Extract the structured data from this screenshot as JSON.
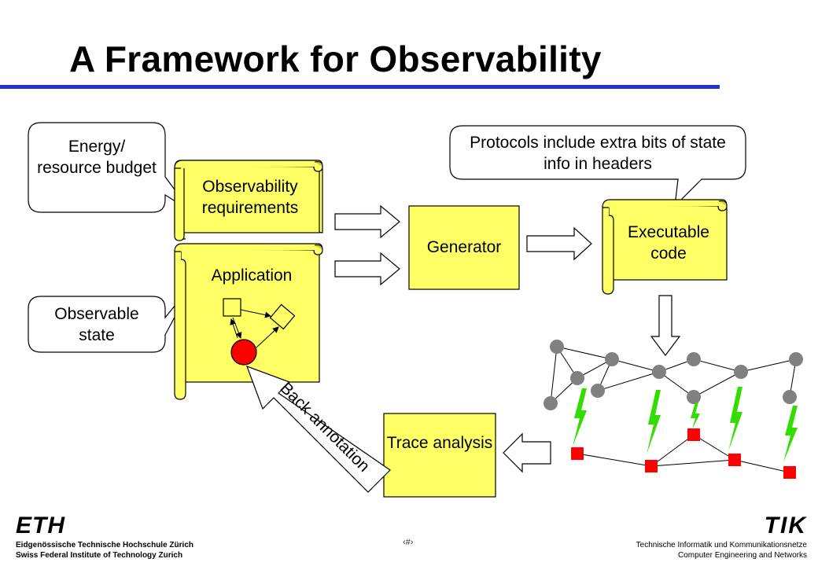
{
  "slide": {
    "title": "A Framework for Observability",
    "page_mark": "‹#›"
  },
  "callouts": {
    "energy": "Energy/ resource budget",
    "observable_state": "Observable state",
    "protocols": "Protocols include extra bits of state info in headers"
  },
  "scrolls": {
    "observability_requirements": "Observability requirements",
    "application": "Application",
    "executable_code": "Executable code"
  },
  "boxes": {
    "generator": "Generator",
    "trace_analysis": "Trace analysis"
  },
  "arrows": {
    "back_annotation": "Back annotation"
  },
  "footer": {
    "eth_logo": "ETH",
    "eth_line1": "Eidgenössische Technische Hochschule Zürich",
    "eth_line2": "Swiss Federal Institute of Technology Zurich",
    "tik_logo": "TIK",
    "tik_line1": "Technische Informatik und Kommunikationsnetze",
    "tik_line2": "Computer Engineering and Networks"
  },
  "colors": {
    "yellow_fill": "#ffff66",
    "red_node": "#ff0000",
    "green_bolt": "#33dd00",
    "grey_node": "#808080",
    "title_rule": "#2233cc"
  }
}
